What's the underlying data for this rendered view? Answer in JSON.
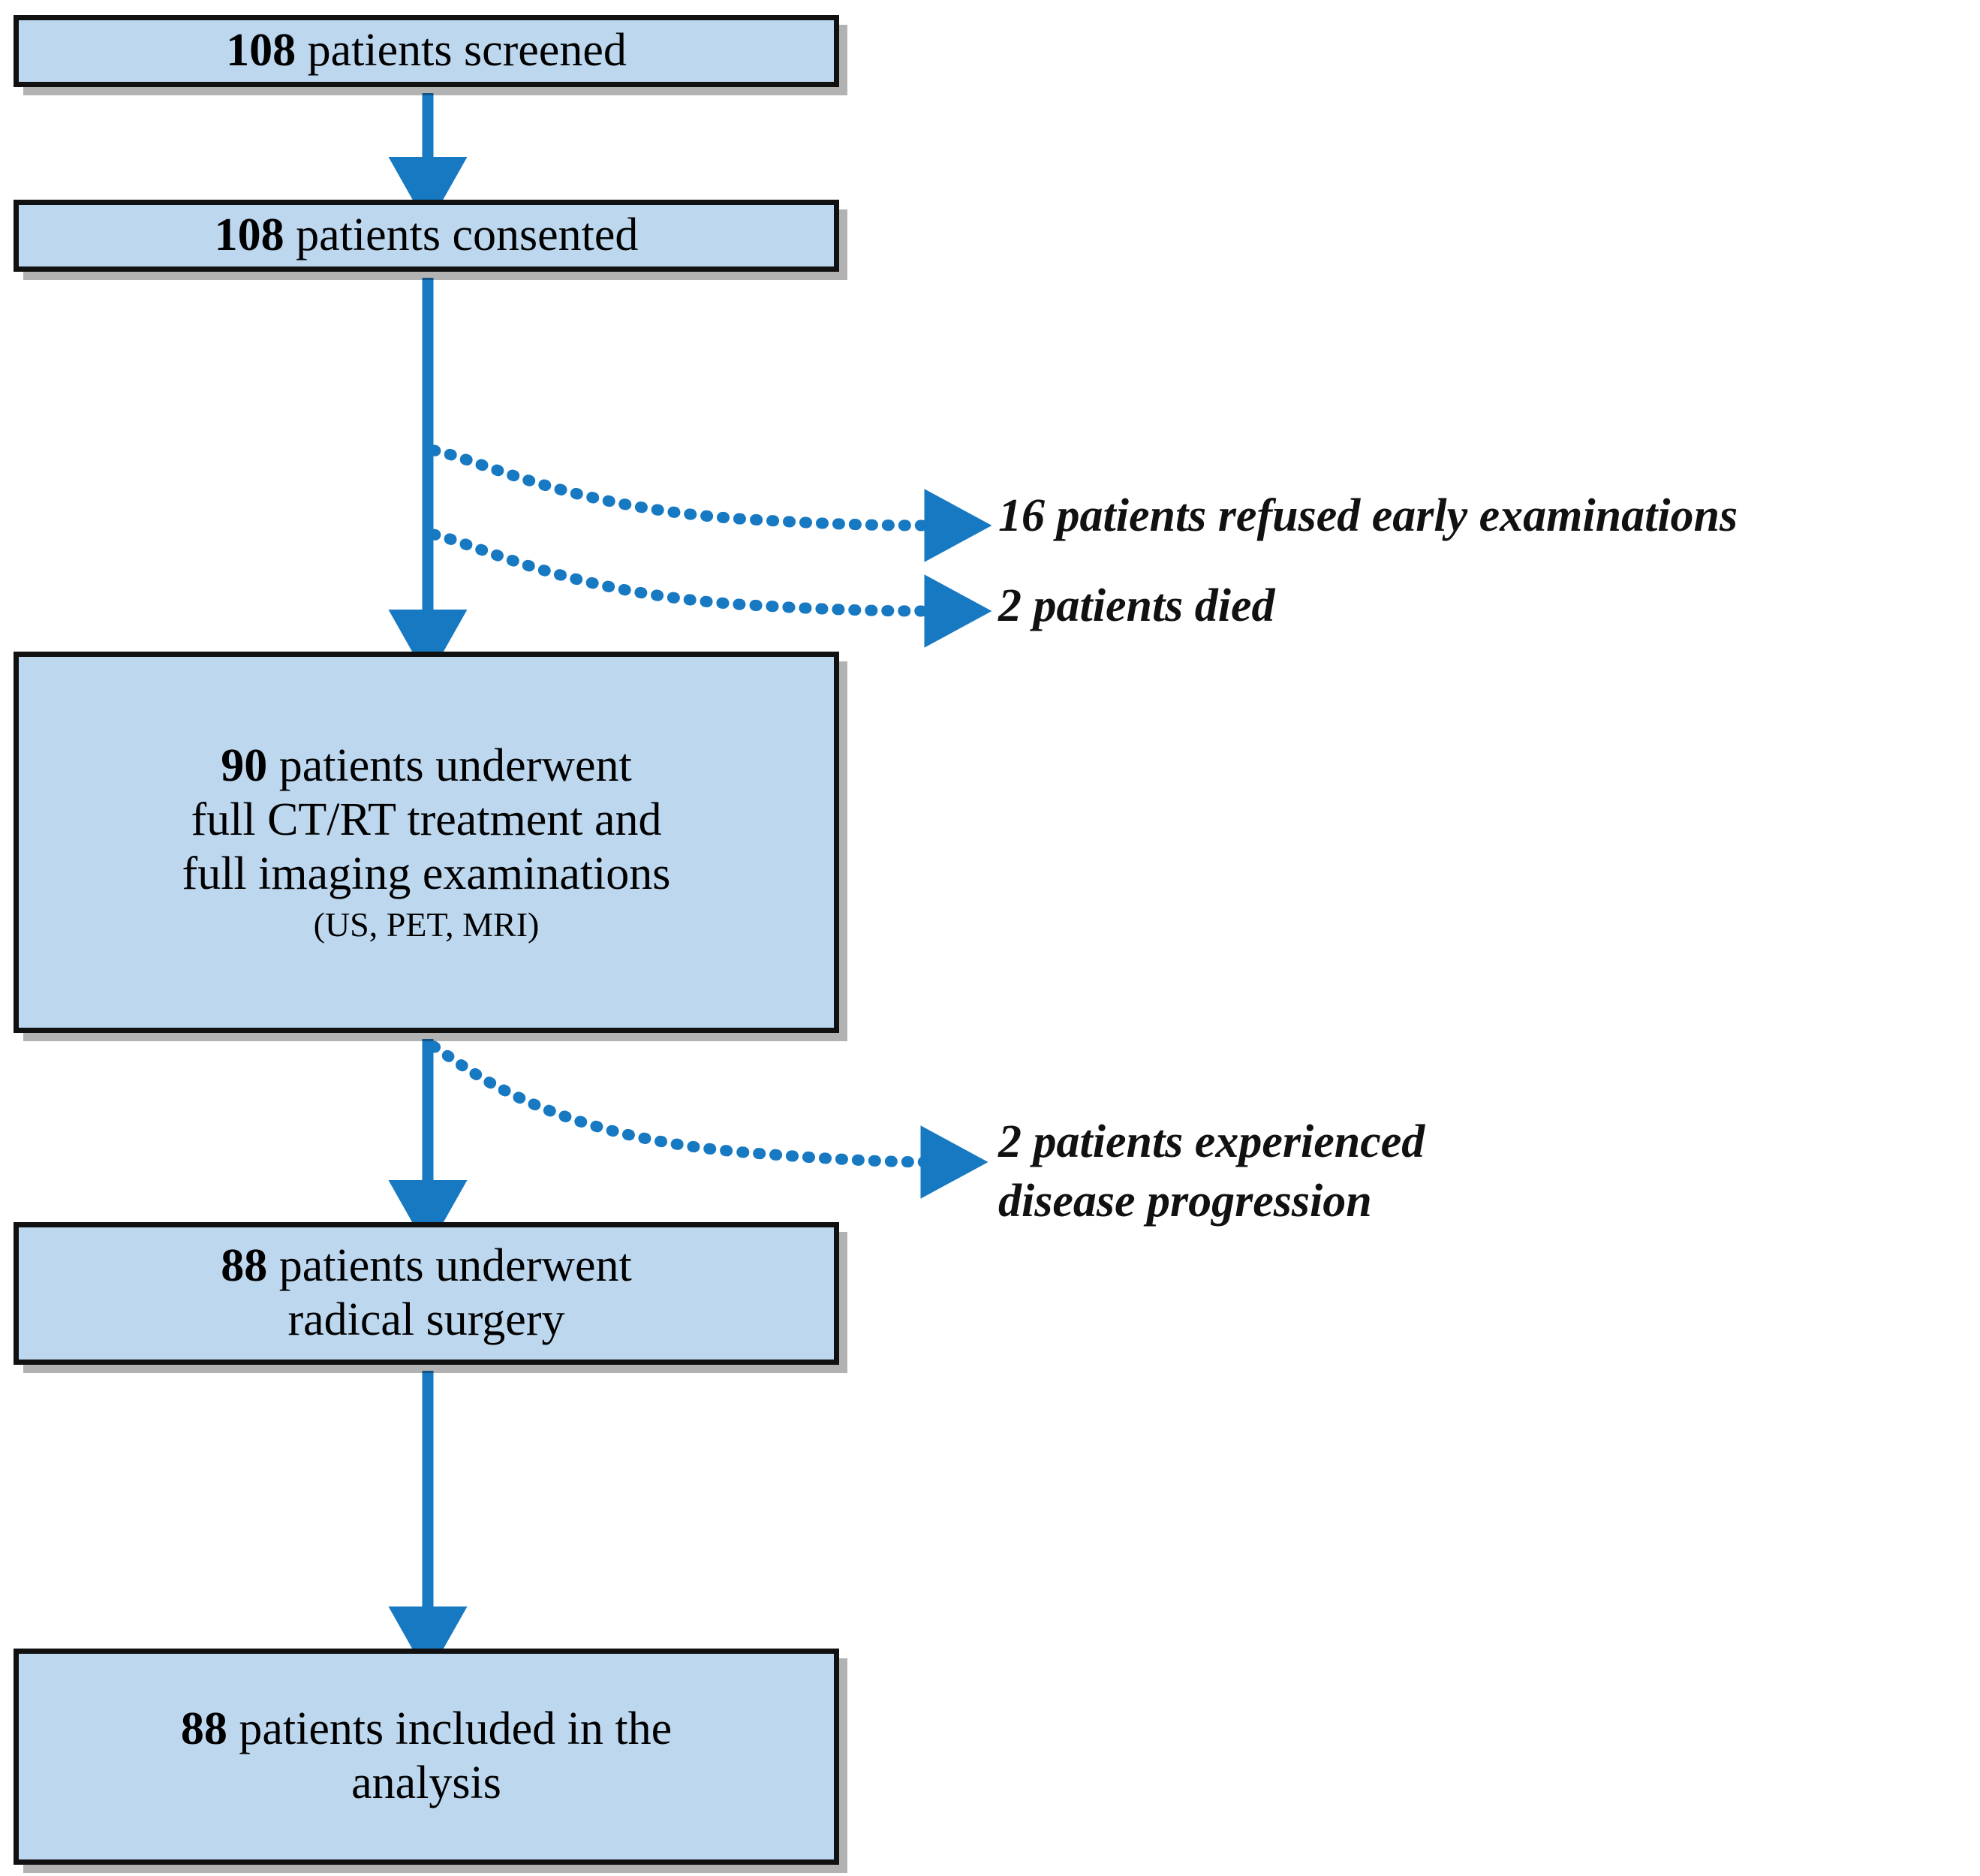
{
  "diagram": {
    "type": "flowchart",
    "title": "Patient enrollment flow diagram",
    "colors": {
      "box_fill": "#bdd7ee",
      "box_border": "#111111",
      "arrow": "#1779c2",
      "text": "#000000"
    },
    "nodes": [
      {
        "id": "screened",
        "count": "108",
        "lines": [
          "108 patients screened"
        ],
        "bold_prefix": "108",
        "rest": " patients screened"
      },
      {
        "id": "consented",
        "count": "108",
        "lines": [
          "108 patients consented"
        ],
        "bold_prefix": "108",
        "rest": " patients consented"
      },
      {
        "id": "treatment",
        "count": "90",
        "lines": [
          "90 patients underwent",
          "full CT/RT treatment and",
          "full imaging examinations",
          "(US, PET, MRI)"
        ],
        "bold_prefix": "90",
        "rest": " patients underwent",
        "line2": "full CT/RT treatment and",
        "line3": "full imaging examinations",
        "sub": "(US, PET, MRI)"
      },
      {
        "id": "surgery",
        "count": "88",
        "lines": [
          "88 patients underwent",
          "radical surgery"
        ],
        "bold_prefix": "88",
        "rest": " patients underwent",
        "line2": "radical surgery"
      },
      {
        "id": "analysis",
        "count": "88",
        "lines": [
          "88 patients included in the",
          "analysis"
        ],
        "bold_prefix": "88",
        "rest": " patients included in the",
        "line2": "analysis"
      }
    ],
    "exclusions": [
      {
        "id": "refused",
        "count": "16",
        "text": "16 patients refused early examinations",
        "from": "consented"
      },
      {
        "id": "died",
        "count": "2",
        "text": "2 patients died",
        "from": "consented"
      },
      {
        "id": "progress_l1",
        "count": "2",
        "text": "2 patients experienced",
        "from": "treatment"
      },
      {
        "id": "progress_l2",
        "text": "disease progression",
        "from": "treatment"
      }
    ]
  }
}
